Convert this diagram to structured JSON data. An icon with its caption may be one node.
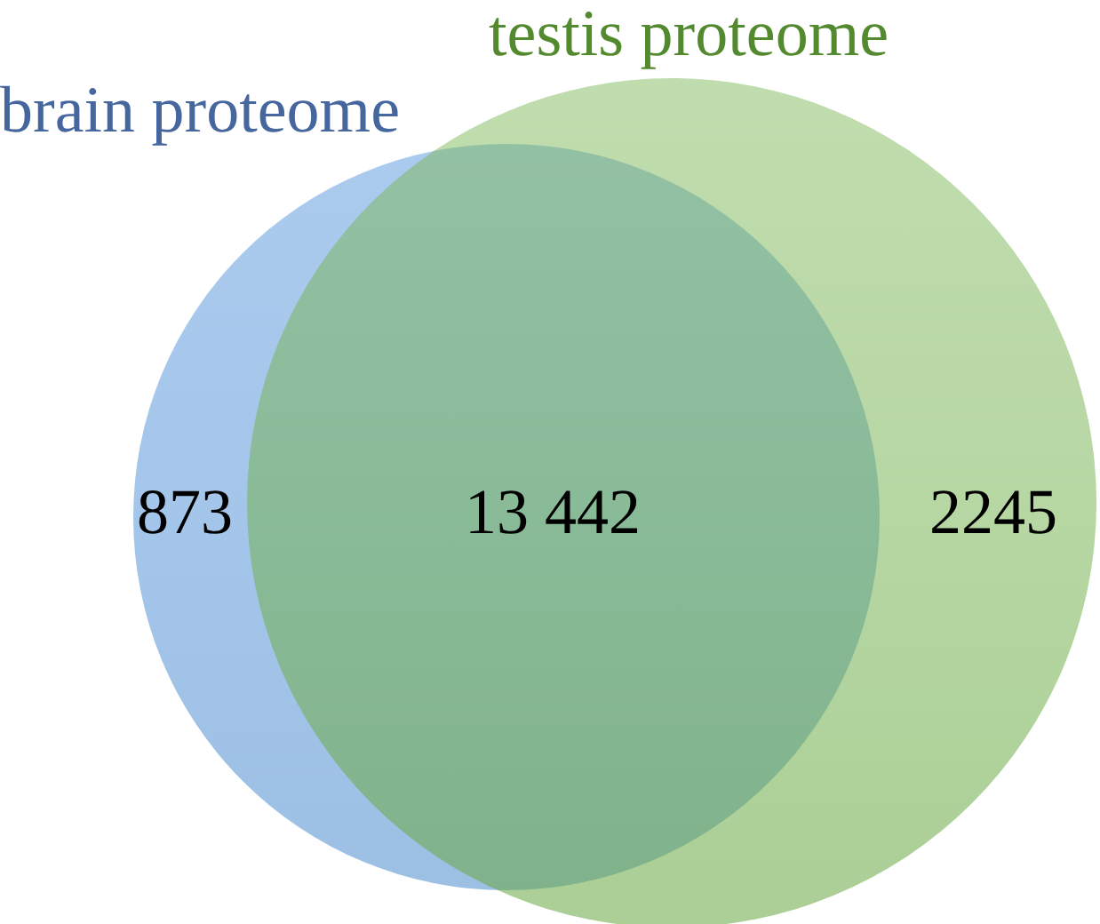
{
  "diagram": {
    "nodes": [
      {
        "text": [
          "brain proteome",
          "873"
        ]
      },
      {
        "text": [
          "testis proteome",
          "2245"
        ]
      }
    ],
    "labels": [
      "13 442"
    ]
  }
}
